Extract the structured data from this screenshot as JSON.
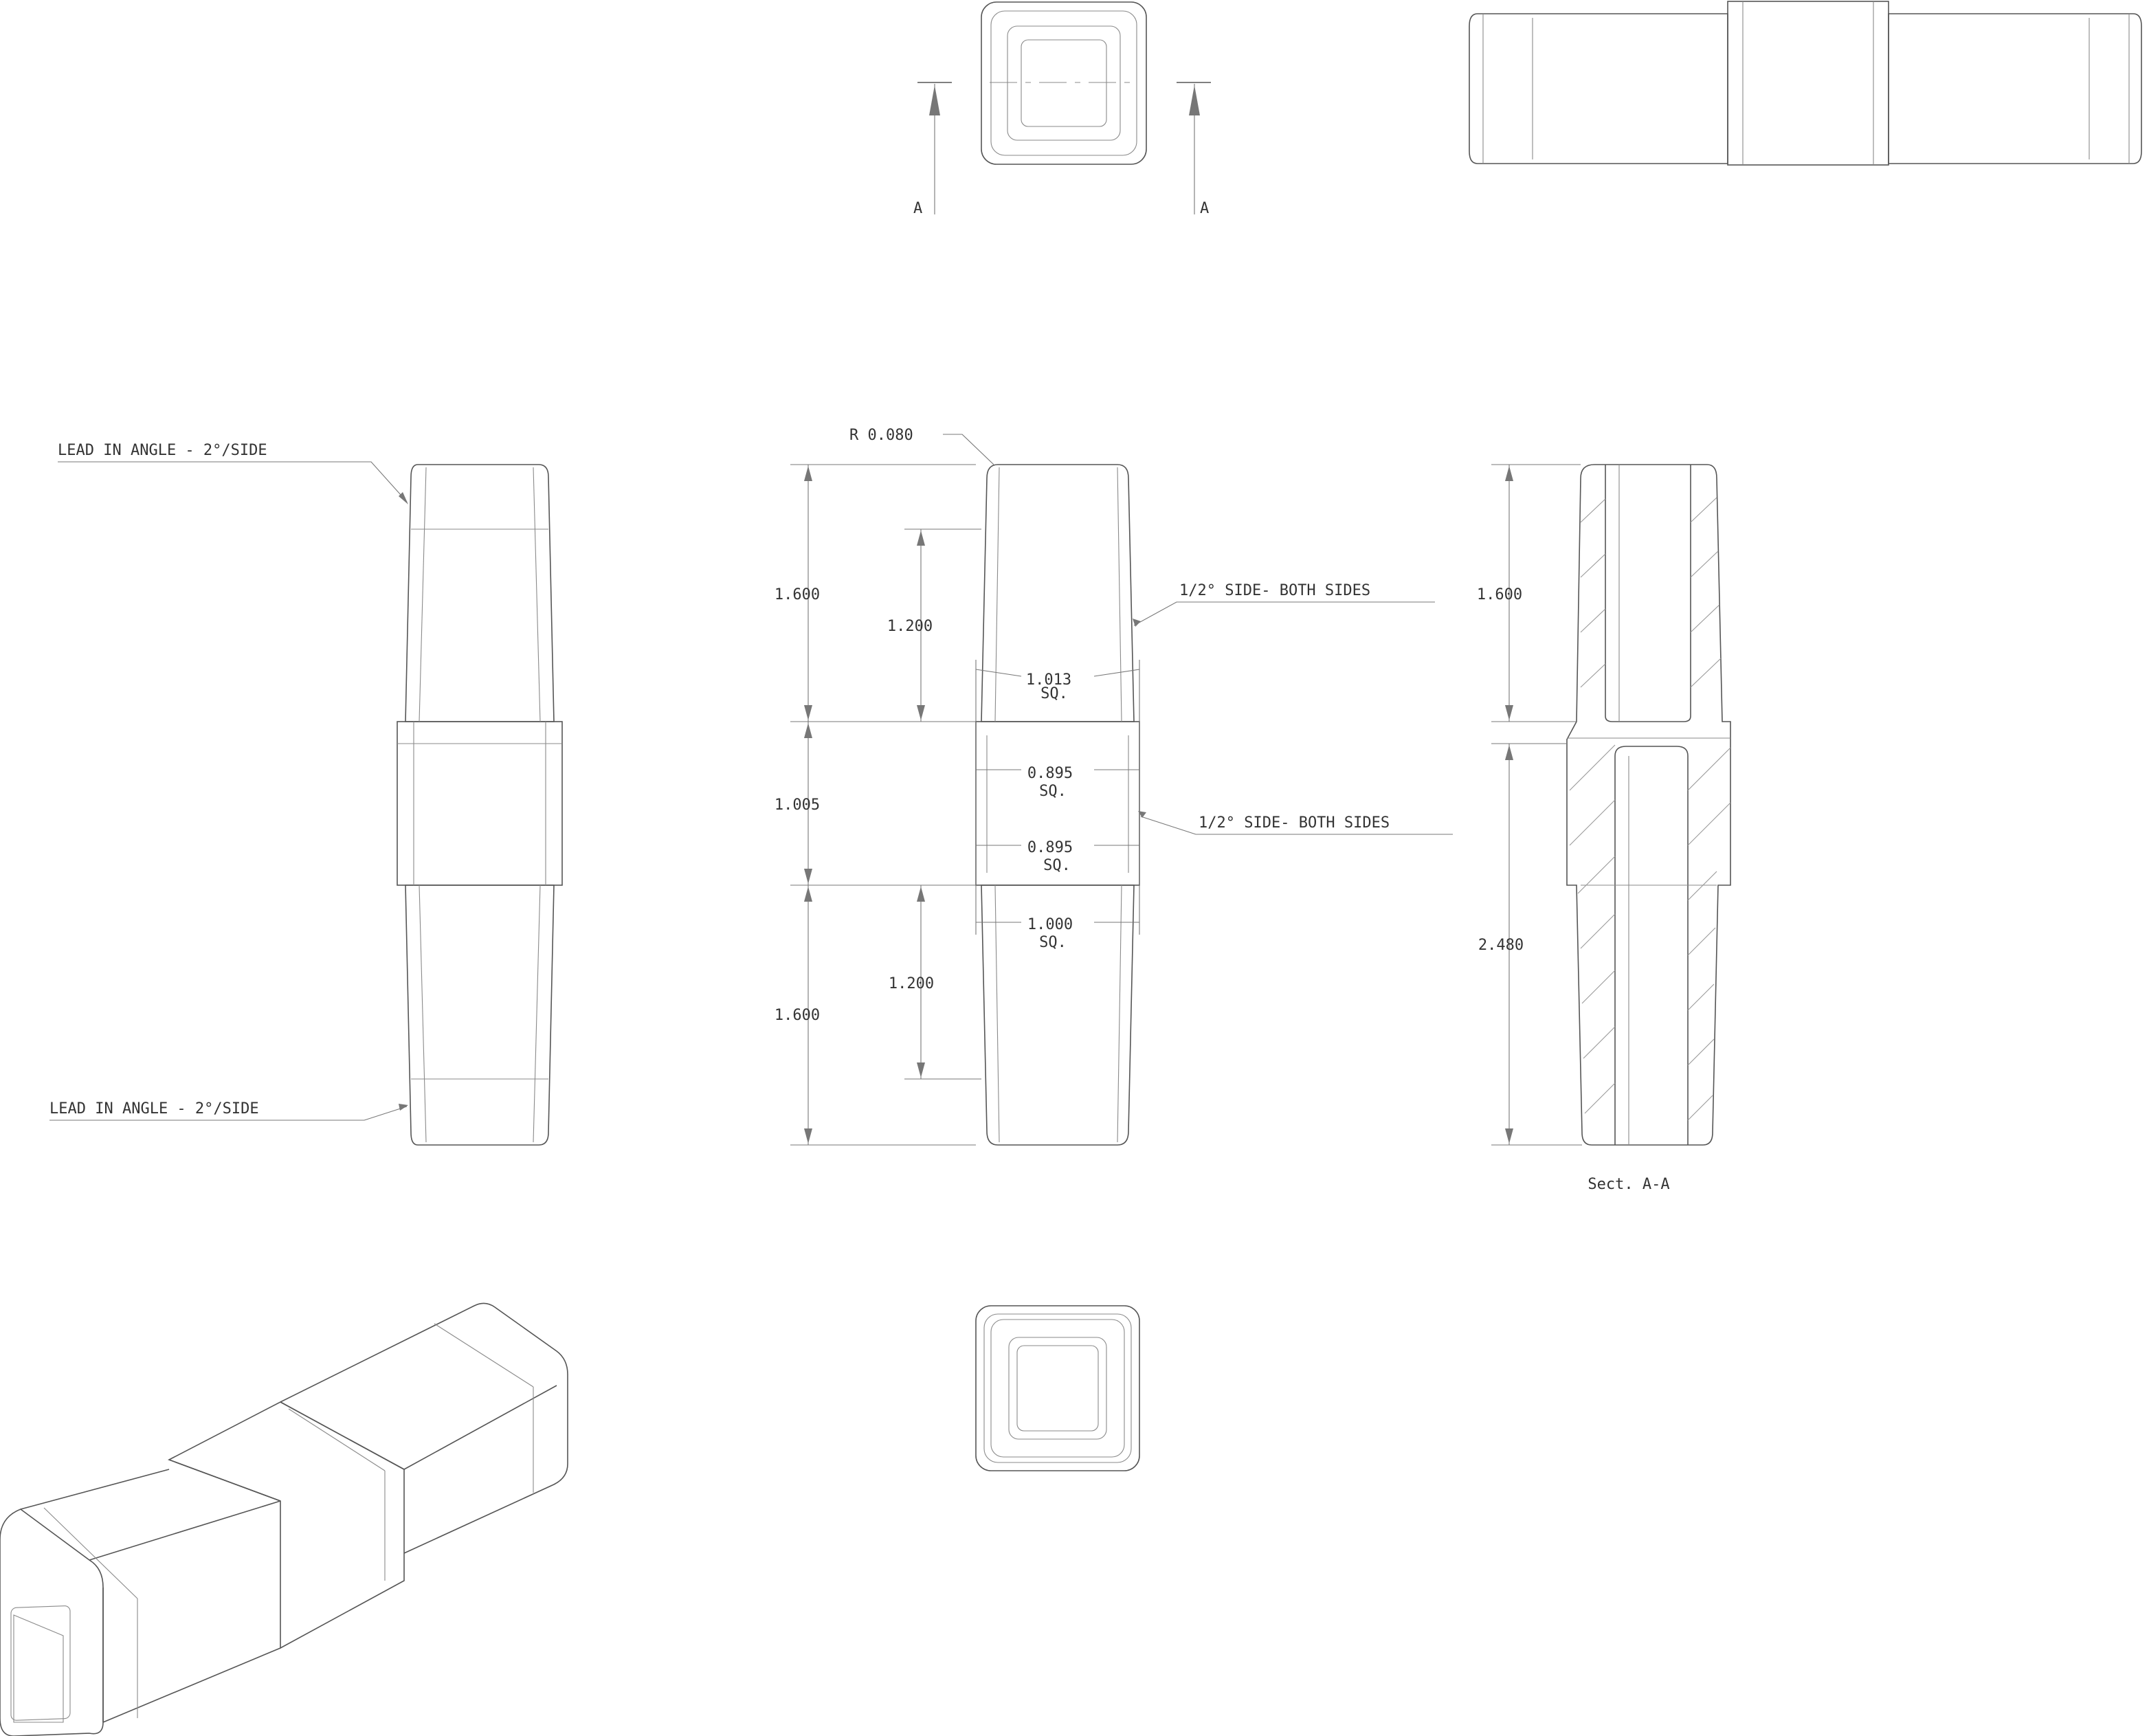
{
  "section_markers": {
    "left": "A",
    "right": "A"
  },
  "callouts": {
    "lead_in_top": "LEAD IN ANGLE - 2°/SIDE",
    "lead_in_bottom": "LEAD IN ANGLE - 2°/SIDE",
    "radius": "R  0.080",
    "taper_upper": "1/2° SIDE- BOTH SIDES",
    "taper_lower": "1/2° SIDE- BOTH SIDES"
  },
  "dimensions": {
    "top_length": "1.600",
    "top_engage": "1.200",
    "collar_length": "1.005",
    "bottom_length": "1.600",
    "bottom_engage": "1.200",
    "top_width": "1.013",
    "inner_width_a": "0.895",
    "inner_width_b": "0.895",
    "bottom_width": "1.000",
    "square_suffix": "SQ.",
    "section_top": "1.600",
    "section_bottom": "2.480"
  },
  "section_caption": "Sect. A-A"
}
